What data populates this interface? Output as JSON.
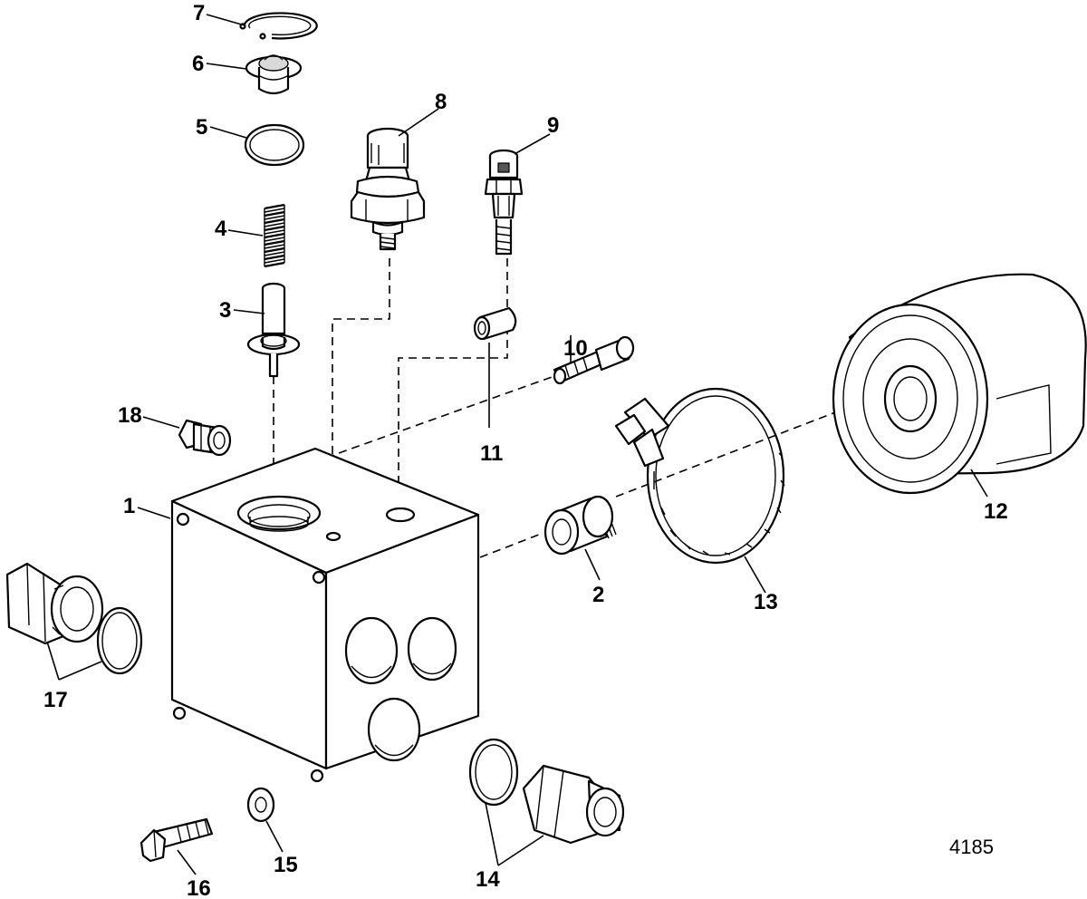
{
  "figure_number": "4185",
  "callouts": [
    "1",
    "2",
    "3",
    "4",
    "5",
    "6",
    "7",
    "8",
    "9",
    "10",
    "11",
    "12",
    "13",
    "14",
    "15",
    "16",
    "17",
    "18"
  ]
}
